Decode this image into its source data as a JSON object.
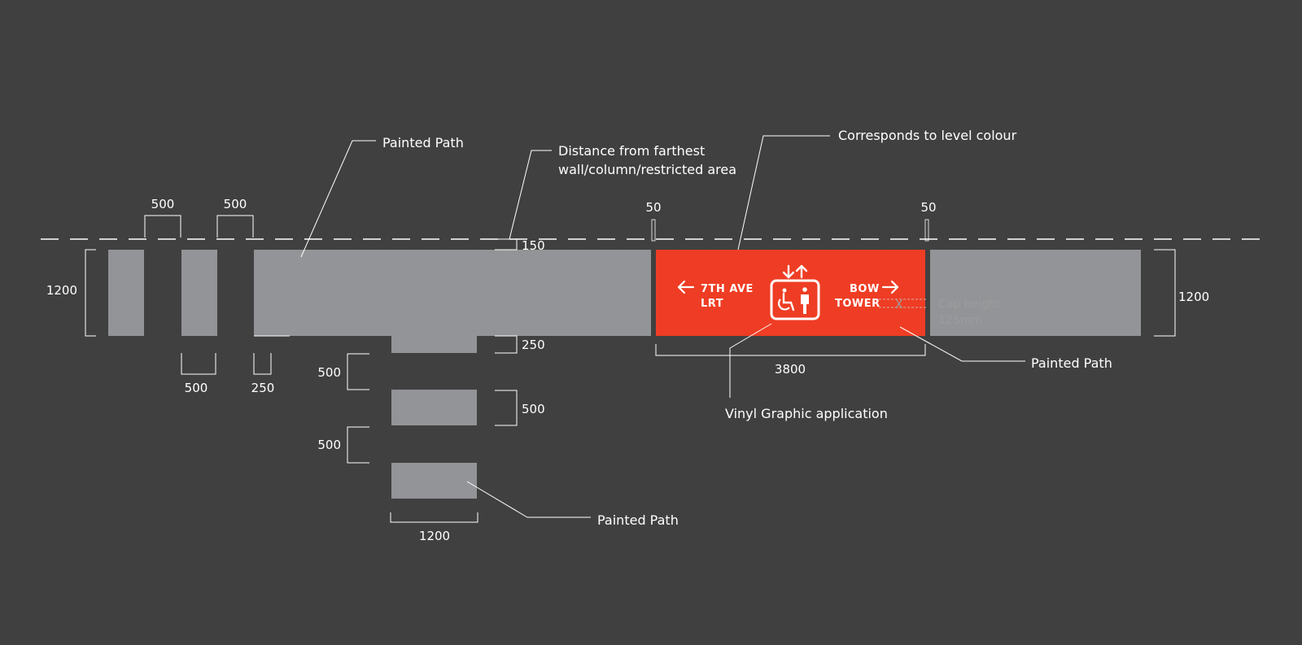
{
  "colors": {
    "background": "#404040",
    "painted_path": "#939497",
    "level_colour": "#ee3d24",
    "line": "#ffffff"
  },
  "callouts": {
    "painted_path_top": "Painted Path",
    "distance_line1": "Distance from farthest",
    "distance_line2": "wall/column/restricted area",
    "level_colour": "Corresponds to level colour",
    "painted_path_right": "Painted Path",
    "vinyl": "Vinyl Graphic application",
    "painted_path_bottom": "Painted Path"
  },
  "dimensions": {
    "gap_a": "500",
    "gap_b": "500",
    "margin_left": "50",
    "margin_right": "50",
    "height_left": "1200",
    "height_right": "1200",
    "offset_150": "150",
    "offset_250": "250",
    "bottom_500": "500",
    "bottom_250": "250",
    "stack_gap_1": "500",
    "stack_height": "500",
    "stack_gap_2": "500",
    "stack_width": "1200",
    "sign_width": "3800"
  },
  "sign": {
    "left_line1": "7TH AVE",
    "left_line2": "LRT",
    "right_line1": "BOW",
    "right_line2": "TOWER",
    "left_arrow_icon": "arrow-left-icon",
    "right_arrow_icon": "arrow-right-icon",
    "elevator_icon": "accessible-elevator-icon"
  },
  "cap_height": {
    "marker": "X",
    "line1": "Cap height",
    "line2": "125mm"
  }
}
